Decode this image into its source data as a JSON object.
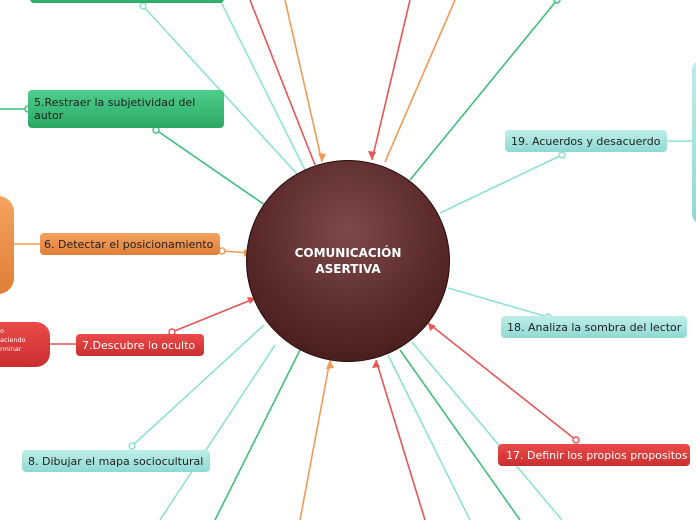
{
  "center": {
    "label": "COMUNICACIÓN ASERTIVA"
  },
  "topics": {
    "t5": "5.Restraer la subjetividad del autor",
    "t6": "6. Detectar el posicionamiento",
    "t7": "7.Descubre lo oculto",
    "t8": "8. Dibujar el mapa sociocultural",
    "t17": "17. Definir los propios propositos",
    "t18": "18. Analiza la sombra del lector",
    "t19": "19. Acuerdos y desacuerdo"
  },
  "subtopic_fragment": {
    "line1": "o",
    "line2": "aciendo",
    "line3": "rminar"
  },
  "colors": {
    "teal": "#8fd9d2",
    "green": "#2aa866",
    "orange": "#e07e36",
    "red": "#c92f2f",
    "center": "#5a2a2a"
  }
}
